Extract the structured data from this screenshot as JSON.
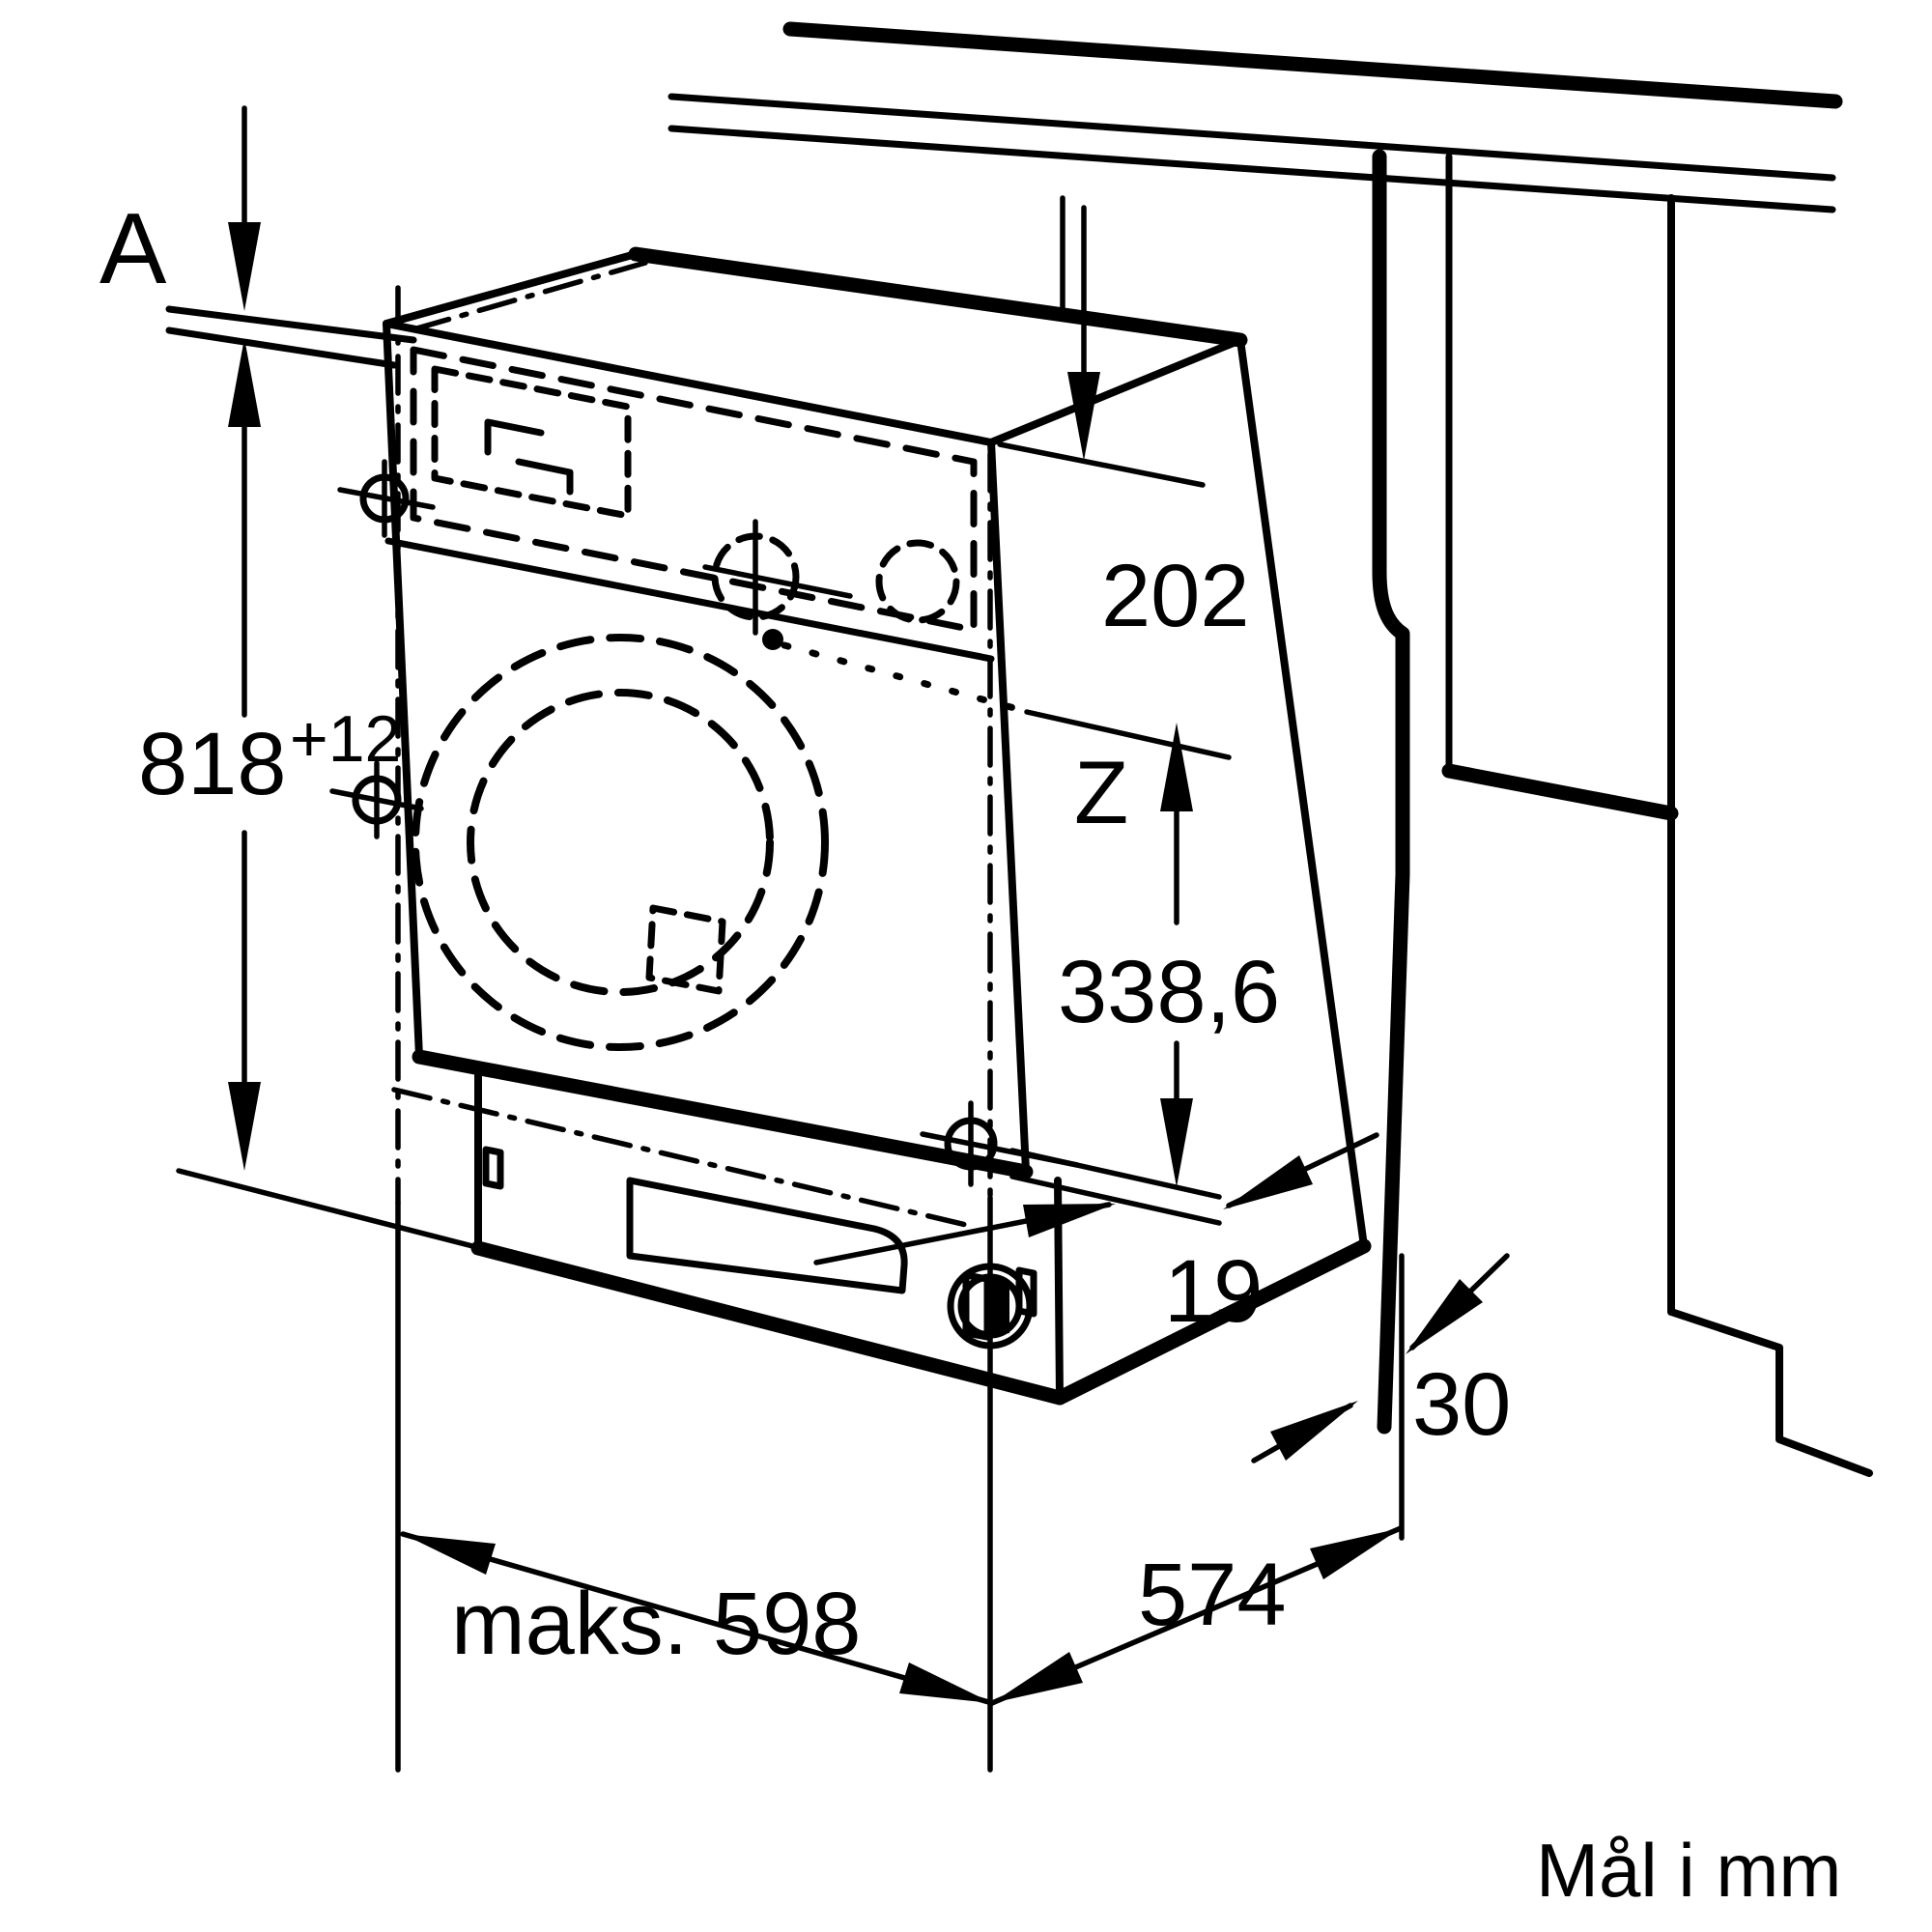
{
  "drawing": {
    "type": "appliance-installation-dimension-diagram",
    "appliance": "built-in washing machine (isometric line drawing)",
    "units_note": "Mål i mm",
    "colors": {
      "line": "#000000",
      "background": "#ffffff"
    },
    "labels": {
      "a": "A",
      "height_base": "818",
      "height_tolerance": "+12",
      "top_clearance": "202",
      "hinge_point": "Z",
      "hinge_height": "338,6",
      "front_gap": "19",
      "rear_gap": "30",
      "depth": "574",
      "niche_width": "maks. 598"
    }
  }
}
